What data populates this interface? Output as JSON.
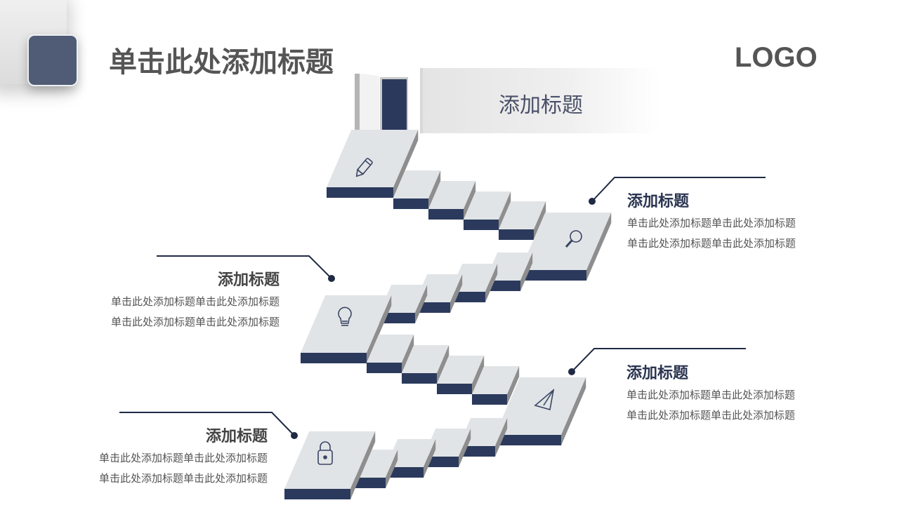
{
  "header": {
    "title": "单击此处添加标题",
    "logo": "LOGO"
  },
  "banner": {
    "text": "添加标题"
  },
  "icons": [
    "pencil-icon",
    "search-icon",
    "lightbulb-icon",
    "paper-plane-icon",
    "lock-icon"
  ],
  "colors": {
    "navy": "#2b3a5c",
    "step_top": "#e1e4e6",
    "step_side": "#8e8e8e",
    "title_gray": "#555555"
  },
  "callouts": [
    {
      "title": "添加标题",
      "lines": [
        "单击此处添加标题单击此处添加标题",
        "单击此处添加标题单击此处添加标题"
      ]
    },
    {
      "title": "添加标题",
      "lines": [
        "单击此处添加标题单击此处添加标题",
        "单击此处添加标题单击此处添加标题"
      ]
    },
    {
      "title": "添加标题",
      "lines": [
        "单击此处添加标题单击此处添加标题",
        "单击此处添加标题单击此处添加标题"
      ]
    },
    {
      "title": "添加标题",
      "lines": [
        "单击此处添加标题单击此处添加标题",
        "单击此处添加标题单击此处添加标题"
      ]
    }
  ]
}
